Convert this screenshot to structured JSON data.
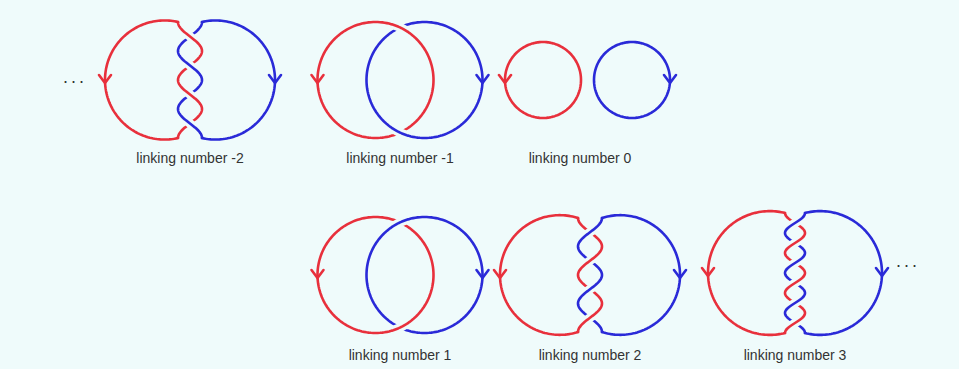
{
  "diagram": {
    "labels": [
      "...",
      "linking number -2",
      "linking number -1",
      "linking number 0",
      "linking number 1",
      "linking number 2",
      "linking number 3",
      "..."
    ]
  }
}
